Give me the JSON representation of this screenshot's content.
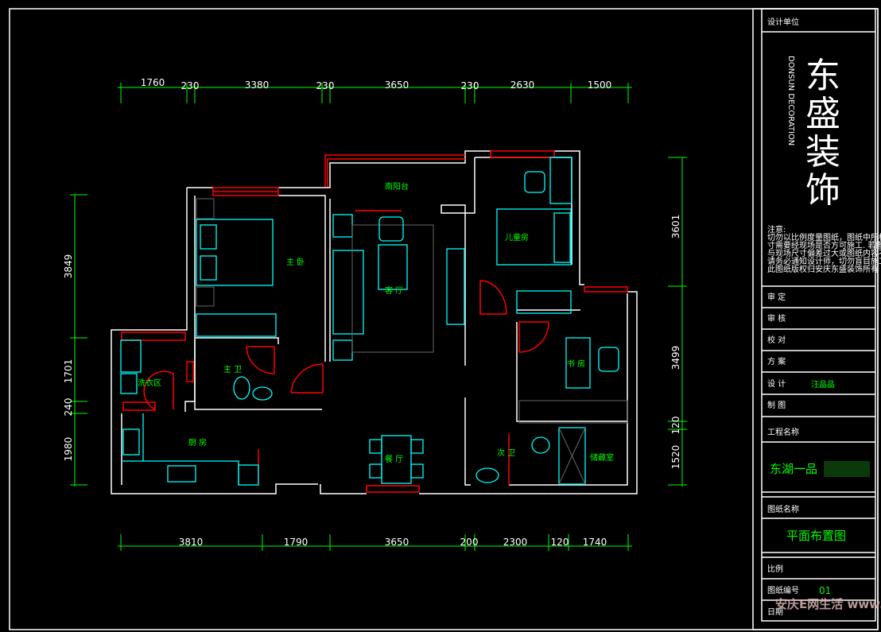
{
  "title_block": {
    "design_unit": "设计单位",
    "logo_cn": "东盛装饰",
    "logo_en": "DONSUN DECORATION",
    "notes_title": "注意:",
    "notes": [
      "切勿以比例度量图纸，图纸中所标尺",
      "寸需要经现场是否方可施工. 若图纸",
      "与现场尺寸偏差过大或图纸内容不详",
      "请务必通知设计师，切勿盲目施工.",
      "此图纸版权归安庆东盛装饰所有"
    ],
    "rows": [
      {
        "label": "审  定",
        "value": ""
      },
      {
        "label": "审  核",
        "value": ""
      },
      {
        "label": "校  对",
        "value": ""
      },
      {
        "label": "方  案",
        "value": ""
      },
      {
        "label": "设  计",
        "value": "汪晶晶"
      },
      {
        "label": "制  图",
        "value": ""
      }
    ],
    "project_label": "工程名称",
    "project_name": "东湖一品",
    "drawing_label": "图纸名称",
    "drawing_name": "平面布置图",
    "scale_label": "比例",
    "number_label": "图纸编号",
    "number": "01",
    "date_label": "日期",
    "watermark": "安庆E网生活 www.aqlife.com"
  },
  "dims": {
    "top": [
      "1760",
      "230",
      "3380",
      "230",
      "3650",
      "230",
      "2630",
      "1500"
    ],
    "bottom": [
      "3810",
      "1790",
      "3650",
      "200",
      "2300",
      "120",
      "1740"
    ],
    "left": [
      "3849",
      "1701",
      "240",
      "1980"
    ],
    "right": [
      "3601",
      "3499",
      "120",
      "1520"
    ]
  },
  "rooms": {
    "south_balcony": "南阳台",
    "kids_room": "儿童房",
    "master_bedroom": "主 卧",
    "living_room": "客 厅",
    "master_bath": "主 卫",
    "laundry": "洗衣区",
    "kitchen": "厨 房",
    "dining": "餐 厅",
    "study": "书 房",
    "second_bath": "次 卫",
    "storage": "储藏室"
  },
  "colors": {
    "wall": "#ffffff",
    "window": "#ff0000",
    "furniture": "#00ffff",
    "text": "#00ff00"
  }
}
